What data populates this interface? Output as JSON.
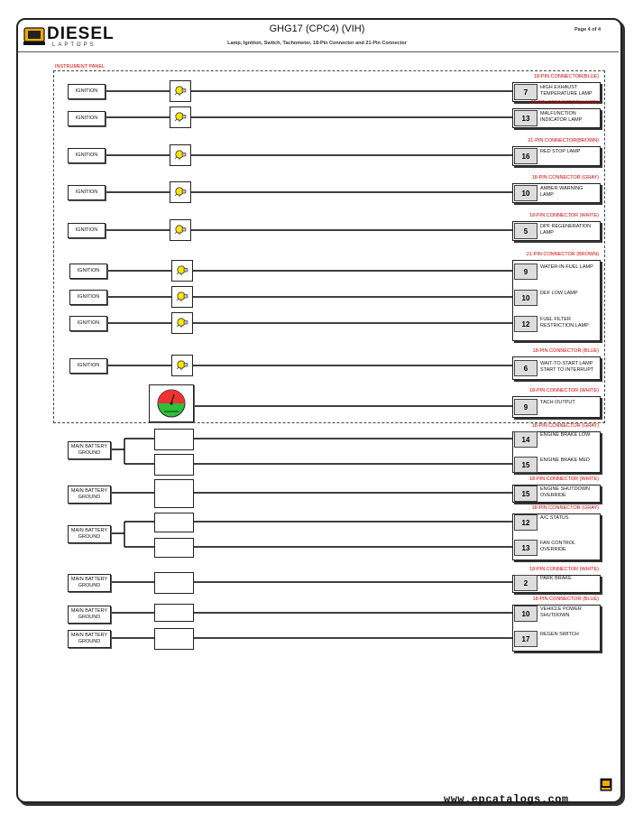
{
  "header": {
    "logo_text": "DIESEL",
    "logo_sub": "LAPTOPS",
    "title": "GHG17 (CPC4) (VIH)",
    "subtitle": "Lamp, Ignition, Switch, Tachometer, 18-Pin Connector and 21-Pin Connector",
    "page": "Page 4 of 4"
  },
  "panel_label": "INSTRUMENT PANEL",
  "ignition_label": "IGNITION",
  "ground_label": "MAIN BATTERY GROUND",
  "connectors": [
    {
      "label": "18-PIN  CONNECTOR(BLUE)",
      "pins": [
        {
          "num": "7",
          "desc": "HIGH EXHAUST TEMPERATURE LAMP"
        }
      ]
    },
    {
      "label": "18-PIN  CONNECTOR(WHITE)",
      "pins": [
        {
          "num": "13",
          "desc": "MALFUNCTION INDICATOR LAMP"
        }
      ]
    },
    {
      "label": "21-PIN  CONNECTOR(BROWN)",
      "pins": [
        {
          "num": "16",
          "desc": "RED STOP LAMP"
        }
      ]
    },
    {
      "label": "18-PIN  CONNECTOR (GRAY)",
      "pins": [
        {
          "num": "10",
          "desc": "AMBER WARNING LAMP"
        }
      ]
    },
    {
      "label": "18-PIN  CONNECTOR (WHITE)",
      "pins": [
        {
          "num": "5",
          "desc": "DPF REGENERATION LAMP"
        }
      ]
    },
    {
      "label": "21-PIN  CONNECTOR (BROWN)",
      "pins": [
        {
          "num": "9",
          "desc": "WATER-IN-FUEL LAMP"
        },
        {
          "num": "10",
          "desc": "DEF LOW LAMP"
        },
        {
          "num": "12",
          "desc": "FUEL FILTER RESTRICTION LAMP"
        }
      ]
    },
    {
      "label": "18-PIN  CONNECTOR  (BLUE)",
      "pins": [
        {
          "num": "6",
          "desc": "WAIT-TO-START LAMP START TO INTERRUPT"
        }
      ]
    },
    {
      "label": "18-PIN  CONNECTOR (WHITE)",
      "pins": [
        {
          "num": "9",
          "desc": "TACH OUTPUT"
        }
      ]
    },
    {
      "label": "18-PIN  CONNECTOR (GRAY)",
      "pins": [
        {
          "num": "14",
          "desc": "ENGINE BRAKE LOW"
        },
        {
          "num": "15",
          "desc": "ENGINE BRAKE MED"
        }
      ]
    },
    {
      "label": "18-PIN  CONNECTOR (WHITE)",
      "pins": [
        {
          "num": "15",
          "desc": "ENGINE SHUTDOWN OVERRIDE"
        }
      ]
    },
    {
      "label": "18-PIN  CONNECTOR (GRAY)",
      "pins": [
        {
          "num": "12",
          "desc": "A/C STATUS"
        },
        {
          "num": "13",
          "desc": "FAN CONTROL OVERRIDE"
        }
      ]
    },
    {
      "label": "18-PIN  CONNECTOR (WHITE)",
      "pins": [
        {
          "num": "2",
          "desc": "PARK BRAKE"
        }
      ]
    },
    {
      "label": "18-PIN  CONNECTOR (BLUE)",
      "pins": [
        {
          "num": "10",
          "desc": "VEHICLE POWER SHUTDOWN"
        },
        {
          "num": "17",
          "desc": "REGEN SWITCH"
        }
      ]
    }
  ],
  "footer_url": "www.epcatalogs.com"
}
